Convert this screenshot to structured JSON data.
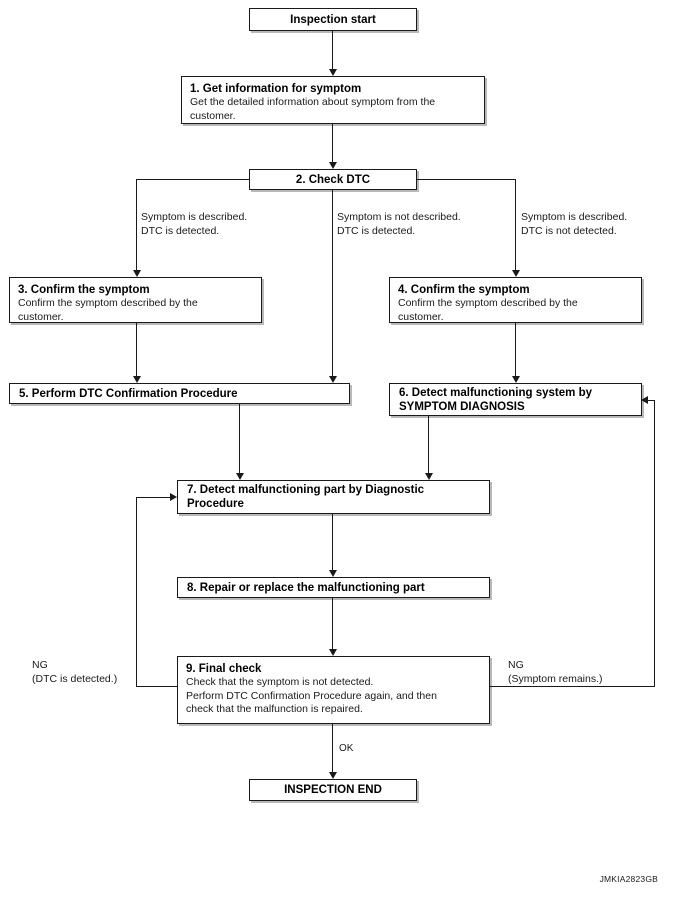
{
  "figure": {
    "id_label": "JMKIA2823GB",
    "type": "flowchart",
    "orientation": "top-to-bottom"
  },
  "nodes": {
    "start": {
      "title": "Inspection start"
    },
    "step1": {
      "title": "1. Get information for symptom",
      "body": "Get the detailed information about symptom from the\ncustomer."
    },
    "step2": {
      "title": "2. Check DTC"
    },
    "step3": {
      "title": "3. Confirm the symptom",
      "body": "Confirm the symptom described by the\ncustomer."
    },
    "step4": {
      "title": "4. Confirm the symptom",
      "body": "Confirm the symptom described by the\ncustomer."
    },
    "step5": {
      "title": "5. Perform DTC Confirmation Procedure"
    },
    "step6": {
      "title": "6. Detect malfunctioning system by\n    SYMPTOM DIAGNOSIS"
    },
    "step7": {
      "title": "7. Detect malfunctioning part by Diagnostic\n    Procedure"
    },
    "step8": {
      "title": "8. Repair or replace the malfunctioning part"
    },
    "step9": {
      "title": "9. Final check",
      "body": "Check that the symptom is not detected.\nPerform DTC Confirmation Procedure again, and then\ncheck that the malfunction is repaired."
    },
    "end": {
      "title": "INSPECTION END"
    }
  },
  "edge_labels": {
    "branch_left": "Symptom is described.\nDTC is detected.",
    "branch_middle": "Symptom is not described.\nDTC is detected.",
    "branch_right": "Symptom is described.\nDTC is not detected.",
    "ng_left": "NG\n(DTC is detected.)",
    "ng_right": "NG\n(Symptom remains.)",
    "ok": "OK"
  },
  "colors": {
    "line": "#1a1a1a",
    "box_border": "#1a1a1a",
    "box_shadow": "#b9b9b9",
    "background": "#ffffff",
    "text": "#000000"
  }
}
